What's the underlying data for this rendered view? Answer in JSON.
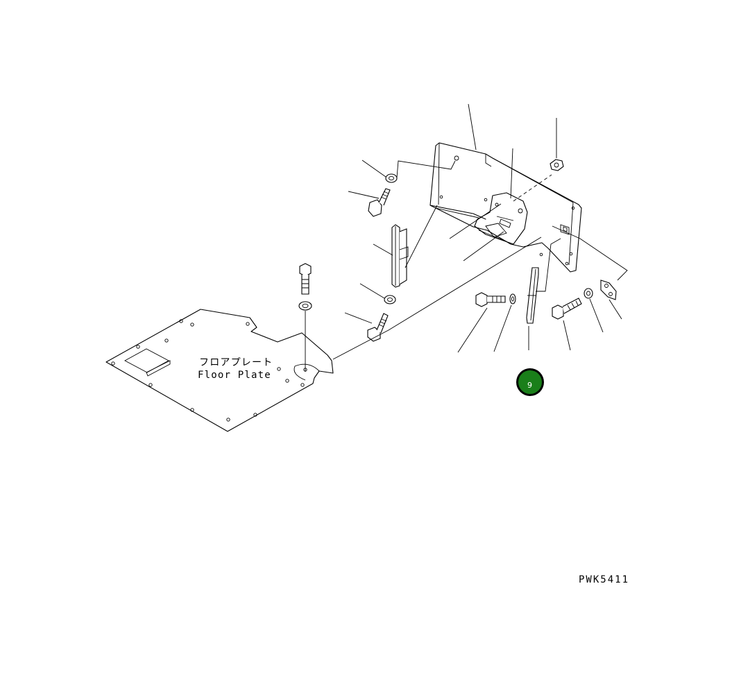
{
  "floor_plate": {
    "label_jp": "フロアプレート",
    "label_en": "Floor Plate"
  },
  "drawing_code": "PWK5411",
  "callout_badge": {
    "text": "9",
    "color": "#1a7f1a"
  }
}
